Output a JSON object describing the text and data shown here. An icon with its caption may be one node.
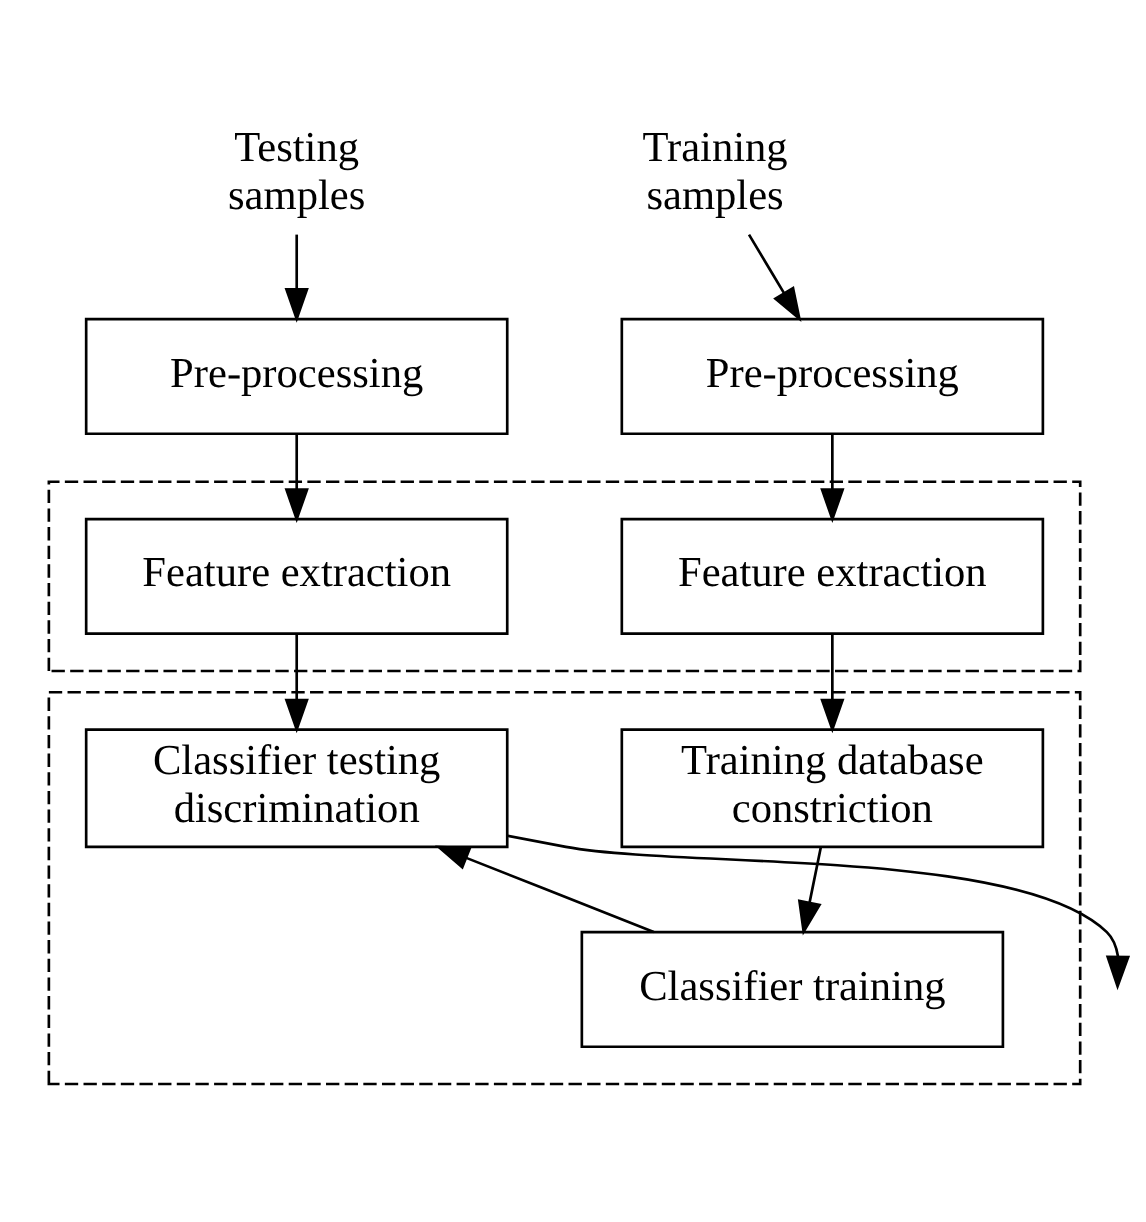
{
  "diagram": {
    "nodes": [
      {
        "text": [
          "Testing samples"
        ]
      },
      {
        "text": [
          "Training samples"
        ]
      },
      {
        "text": [
          "Pre-processing"
        ]
      },
      {
        "text": [
          "Pre-processing"
        ]
      },
      {
        "text": [],
        "shape": "box"
      },
      {
        "text": [
          "Feature extraction"
        ],
        "in": 4
      },
      {
        "text": [
          "Feature extraction"
        ],
        "in": 4
      },
      {
        "text": [],
        "shape": "box"
      },
      {
        "text": [
          "Classifier testing discrimination"
        ],
        "in": 7
      },
      {
        "text": [
          "Training database constriction"
        ],
        "in": 7
      },
      {
        "text": [
          "Classifier training"
        ],
        "in": 7
      }
    ],
    "edges": [
      {
        "from": 0,
        "to": 2,
        "arrow": "to"
      },
      {
        "from": 1,
        "to": 3,
        "arrow": "to"
      },
      {
        "from": 2,
        "to": 5,
        "arrow": "to"
      },
      {
        "from": 3,
        "to": 6,
        "arrow": "to"
      },
      {
        "from": 5,
        "to": 8,
        "arrow": "to"
      },
      {
        "from": 6,
        "to": 9,
        "arrow": "to"
      },
      {
        "from": 9,
        "to": 10,
        "arrow": "to"
      },
      {
        "from": 10,
        "to": 8,
        "arrow": "to"
      },
      {
        "from": 8,
        "to": null,
        "arrow": "to"
      }
    ]
  }
}
